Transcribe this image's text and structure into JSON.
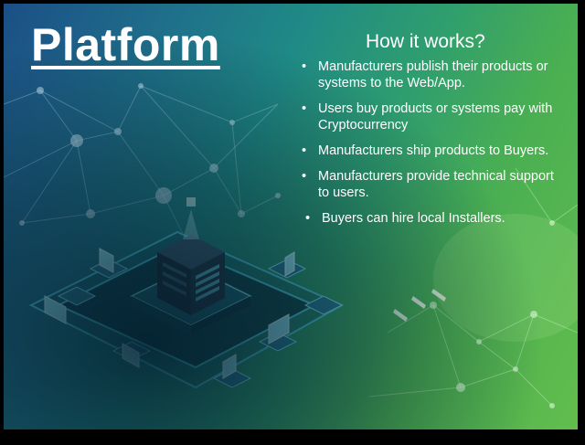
{
  "slide": {
    "title": "Platform",
    "subtitle": "How it works?",
    "bullets": [
      "Manufacturers publish their products or systems to the Web/App.",
      "Users buy products or systems pay with Cryptocurrency",
      "Manufacturers ship products to Buyers.",
      "Manufacturers provide technical support to users.",
      "Buyers can hire local Installers."
    ]
  },
  "illustration": {
    "icon": "isometric-server-network-illustration"
  },
  "colors": {
    "background_start": "#1b4f86",
    "background_end": "#62bd4c",
    "text": "#ffffff"
  }
}
